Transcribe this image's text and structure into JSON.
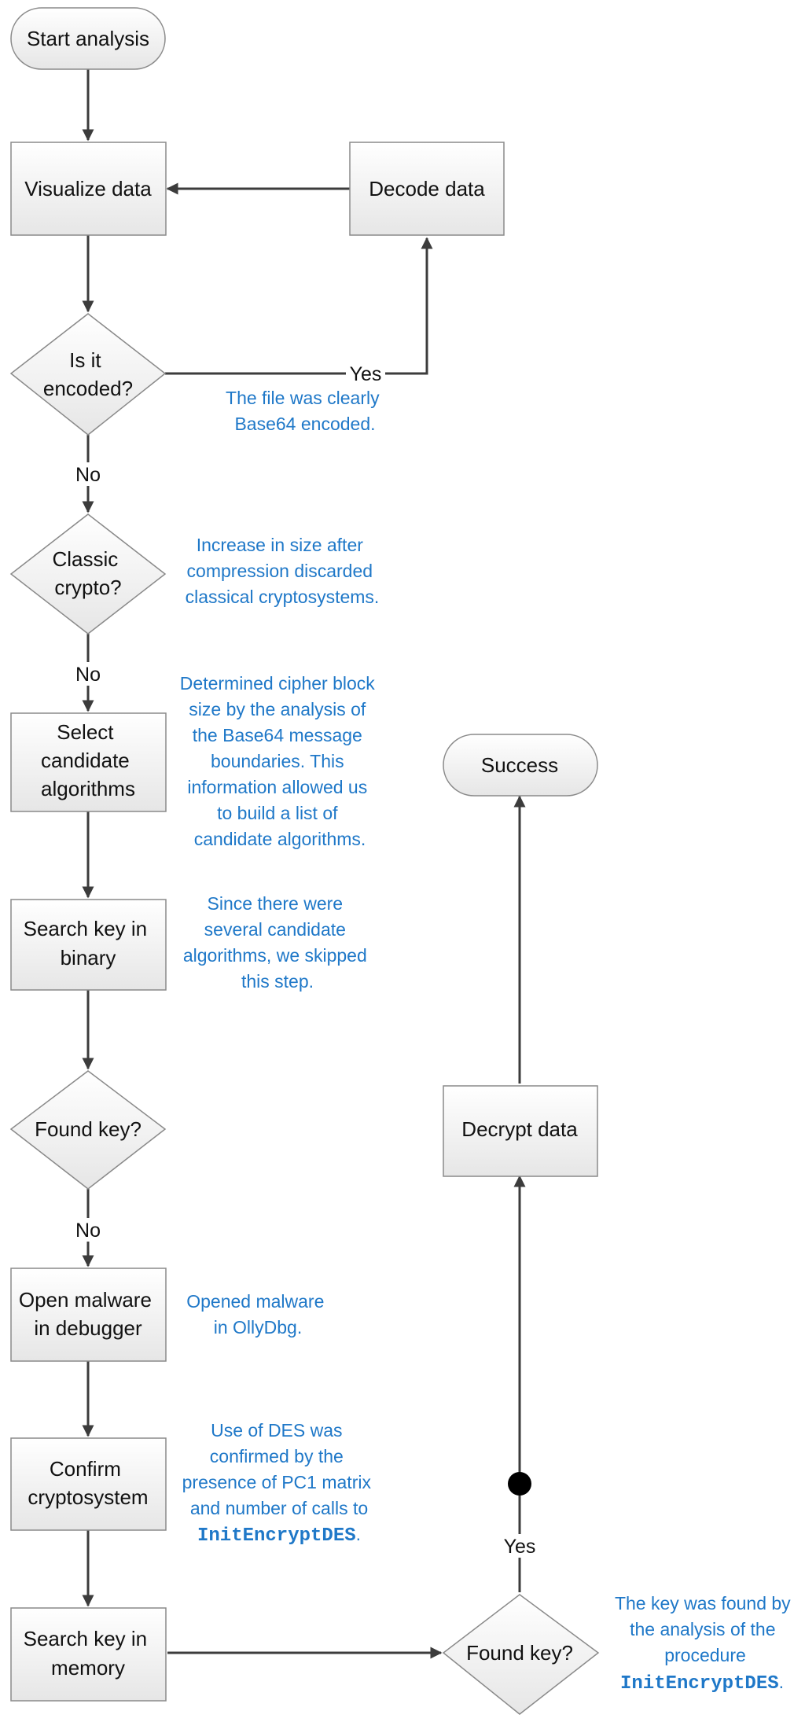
{
  "nodes": {
    "start": "Start analysis",
    "visualize": "Visualize data",
    "decode": "Decode data",
    "encoded_q": [
      "Is it",
      "encoded?"
    ],
    "classic_q": [
      "Classic",
      "crypto?"
    ],
    "select": [
      "Select",
      "candidate",
      "algorithms"
    ],
    "search_binary": [
      "Search key in",
      "binary"
    ],
    "found_key_1": "Found key?",
    "open_malware": [
      "Open malware",
      "in debugger"
    ],
    "confirm": [
      "Confirm",
      "cryptosystem"
    ],
    "search_memory": [
      "Search key in",
      "memory"
    ],
    "found_key_2": "Found key?",
    "decrypt": "Decrypt data",
    "success": "Success"
  },
  "edge_labels": {
    "encoded_yes": "Yes",
    "encoded_no": "No",
    "classic_no": "No",
    "found1_no": "No",
    "found2_yes": "Yes"
  },
  "notes": {
    "base64": [
      "The file was clearly",
      "Base64 encoded."
    ],
    "compression": [
      "Increase in size after",
      "compression discarded",
      "classical cryptosystems."
    ],
    "block_size": [
      "Determined cipher block",
      "size by the analysis of",
      "the Base64 message",
      "boundaries. This",
      "information allowed us",
      "to build a list of",
      "candidate algorithms."
    ],
    "skipped": [
      "Since there were",
      "several candidate",
      "algorithms, we skipped",
      "this step."
    ],
    "ollydbg": [
      "Opened malware",
      "in OllyDbg."
    ],
    "des": [
      "Use of DES was",
      "confirmed by the",
      "presence of PC1 matrix",
      "and number of calls to"
    ],
    "des_code": "InitEncryptDES",
    "des_suffix": ".",
    "key_found": [
      "The key was found by",
      "the analysis of the",
      "procedure"
    ],
    "key_code": "InitEncryptDES",
    "key_suffix": "."
  },
  "colors": {
    "note": "#1f78c8",
    "edge": "#3c3c3c",
    "box_border": "#8a8a8a",
    "box_fill_top": "#ffffff",
    "box_fill_bottom": "#e8e8e8"
  }
}
